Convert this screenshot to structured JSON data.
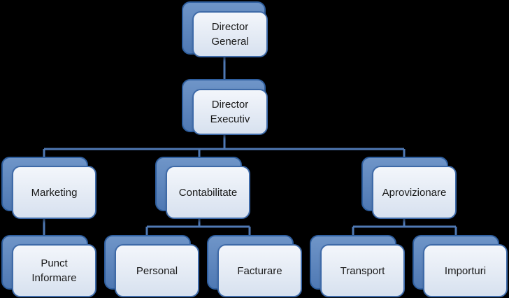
{
  "diagram": {
    "nodes": [
      {
        "id": "director-general",
        "label": "Director\nGeneral"
      },
      {
        "id": "director-executiv",
        "label": "Director\nExecutiv"
      },
      {
        "id": "marketing",
        "label": "Marketing"
      },
      {
        "id": "contabilitate",
        "label": "Contabilitate"
      },
      {
        "id": "aprovizionare",
        "label": "Aprovizionare"
      },
      {
        "id": "punct-informare",
        "label": "Punct\nInformare"
      },
      {
        "id": "personal",
        "label": "Personal"
      },
      {
        "id": "facturare",
        "label": "Facturare"
      },
      {
        "id": "transport",
        "label": "Transport"
      },
      {
        "id": "importuri",
        "label": "Importuri"
      }
    ],
    "edges": [
      {
        "from": "director-general",
        "to": "director-executiv"
      },
      {
        "from": "director-executiv",
        "to": "marketing"
      },
      {
        "from": "director-executiv",
        "to": "contabilitate"
      },
      {
        "from": "director-executiv",
        "to": "aprovizionare"
      },
      {
        "from": "marketing",
        "to": "punct-informare"
      },
      {
        "from": "contabilitate",
        "to": "personal"
      },
      {
        "from": "contabilitate",
        "to": "facturare"
      },
      {
        "from": "aprovizionare",
        "to": "transport"
      },
      {
        "from": "aprovizionare",
        "to": "importuri"
      }
    ],
    "colors": {
      "background": "#000000",
      "connector": "#4f79b4",
      "box_border": "#3e6aa8",
      "box_fill": "#e6edf6",
      "back_fill": "#5b83bd"
    }
  }
}
